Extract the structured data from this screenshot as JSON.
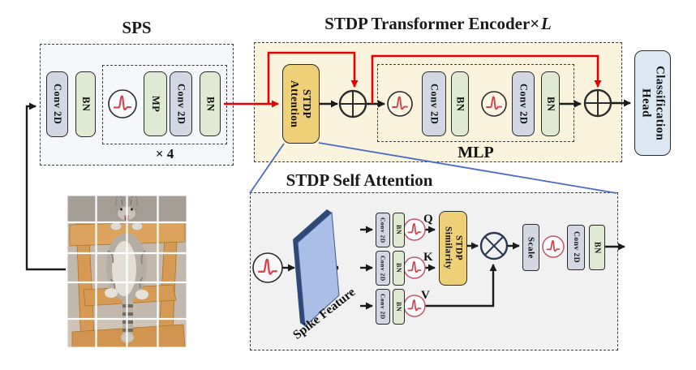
{
  "sps": {
    "title": "SPS",
    "conv2d": "Conv 2D",
    "bn": "BN",
    "mp": "MP",
    "repeat": "× 4"
  },
  "encoder": {
    "title": "STDP Transformer Encoder×",
    "title_var": "L",
    "attention": {
      "line1": "STDP",
      "line2": "Attention"
    },
    "mlp": {
      "label": "MLP",
      "conv2d": "Conv 2D",
      "bn": "BN"
    }
  },
  "classification_head": {
    "line1": "Classification",
    "line2": "Head"
  },
  "self_attention": {
    "title": "STDP Self Attention",
    "spike_feature": "Spike Feature",
    "conv2d": "Conv 2D",
    "bn": "BN",
    "q": "Q",
    "k": "K",
    "v": "V",
    "similarity": {
      "line1": "STDP",
      "line2": "Similarity"
    },
    "scale": "Scale"
  },
  "colors": {
    "arrow_red": "#e20000",
    "arrow_black": "#1a1a1a",
    "zoom_line_blue": "#4a6bc5",
    "box_yellow": "#eed077",
    "box_lavender": "#d3d7e3",
    "box_green": "#e0e9d1",
    "box_blue": "#dbe7f3",
    "encoder_bg": "#faf4dd",
    "sps_bg": "#f6f7fa",
    "detail_bg": "#f1f1f2",
    "spike_red": "#d5414f",
    "plane_blue": "#a9bfe7",
    "plane_edge": "#2e4975"
  }
}
